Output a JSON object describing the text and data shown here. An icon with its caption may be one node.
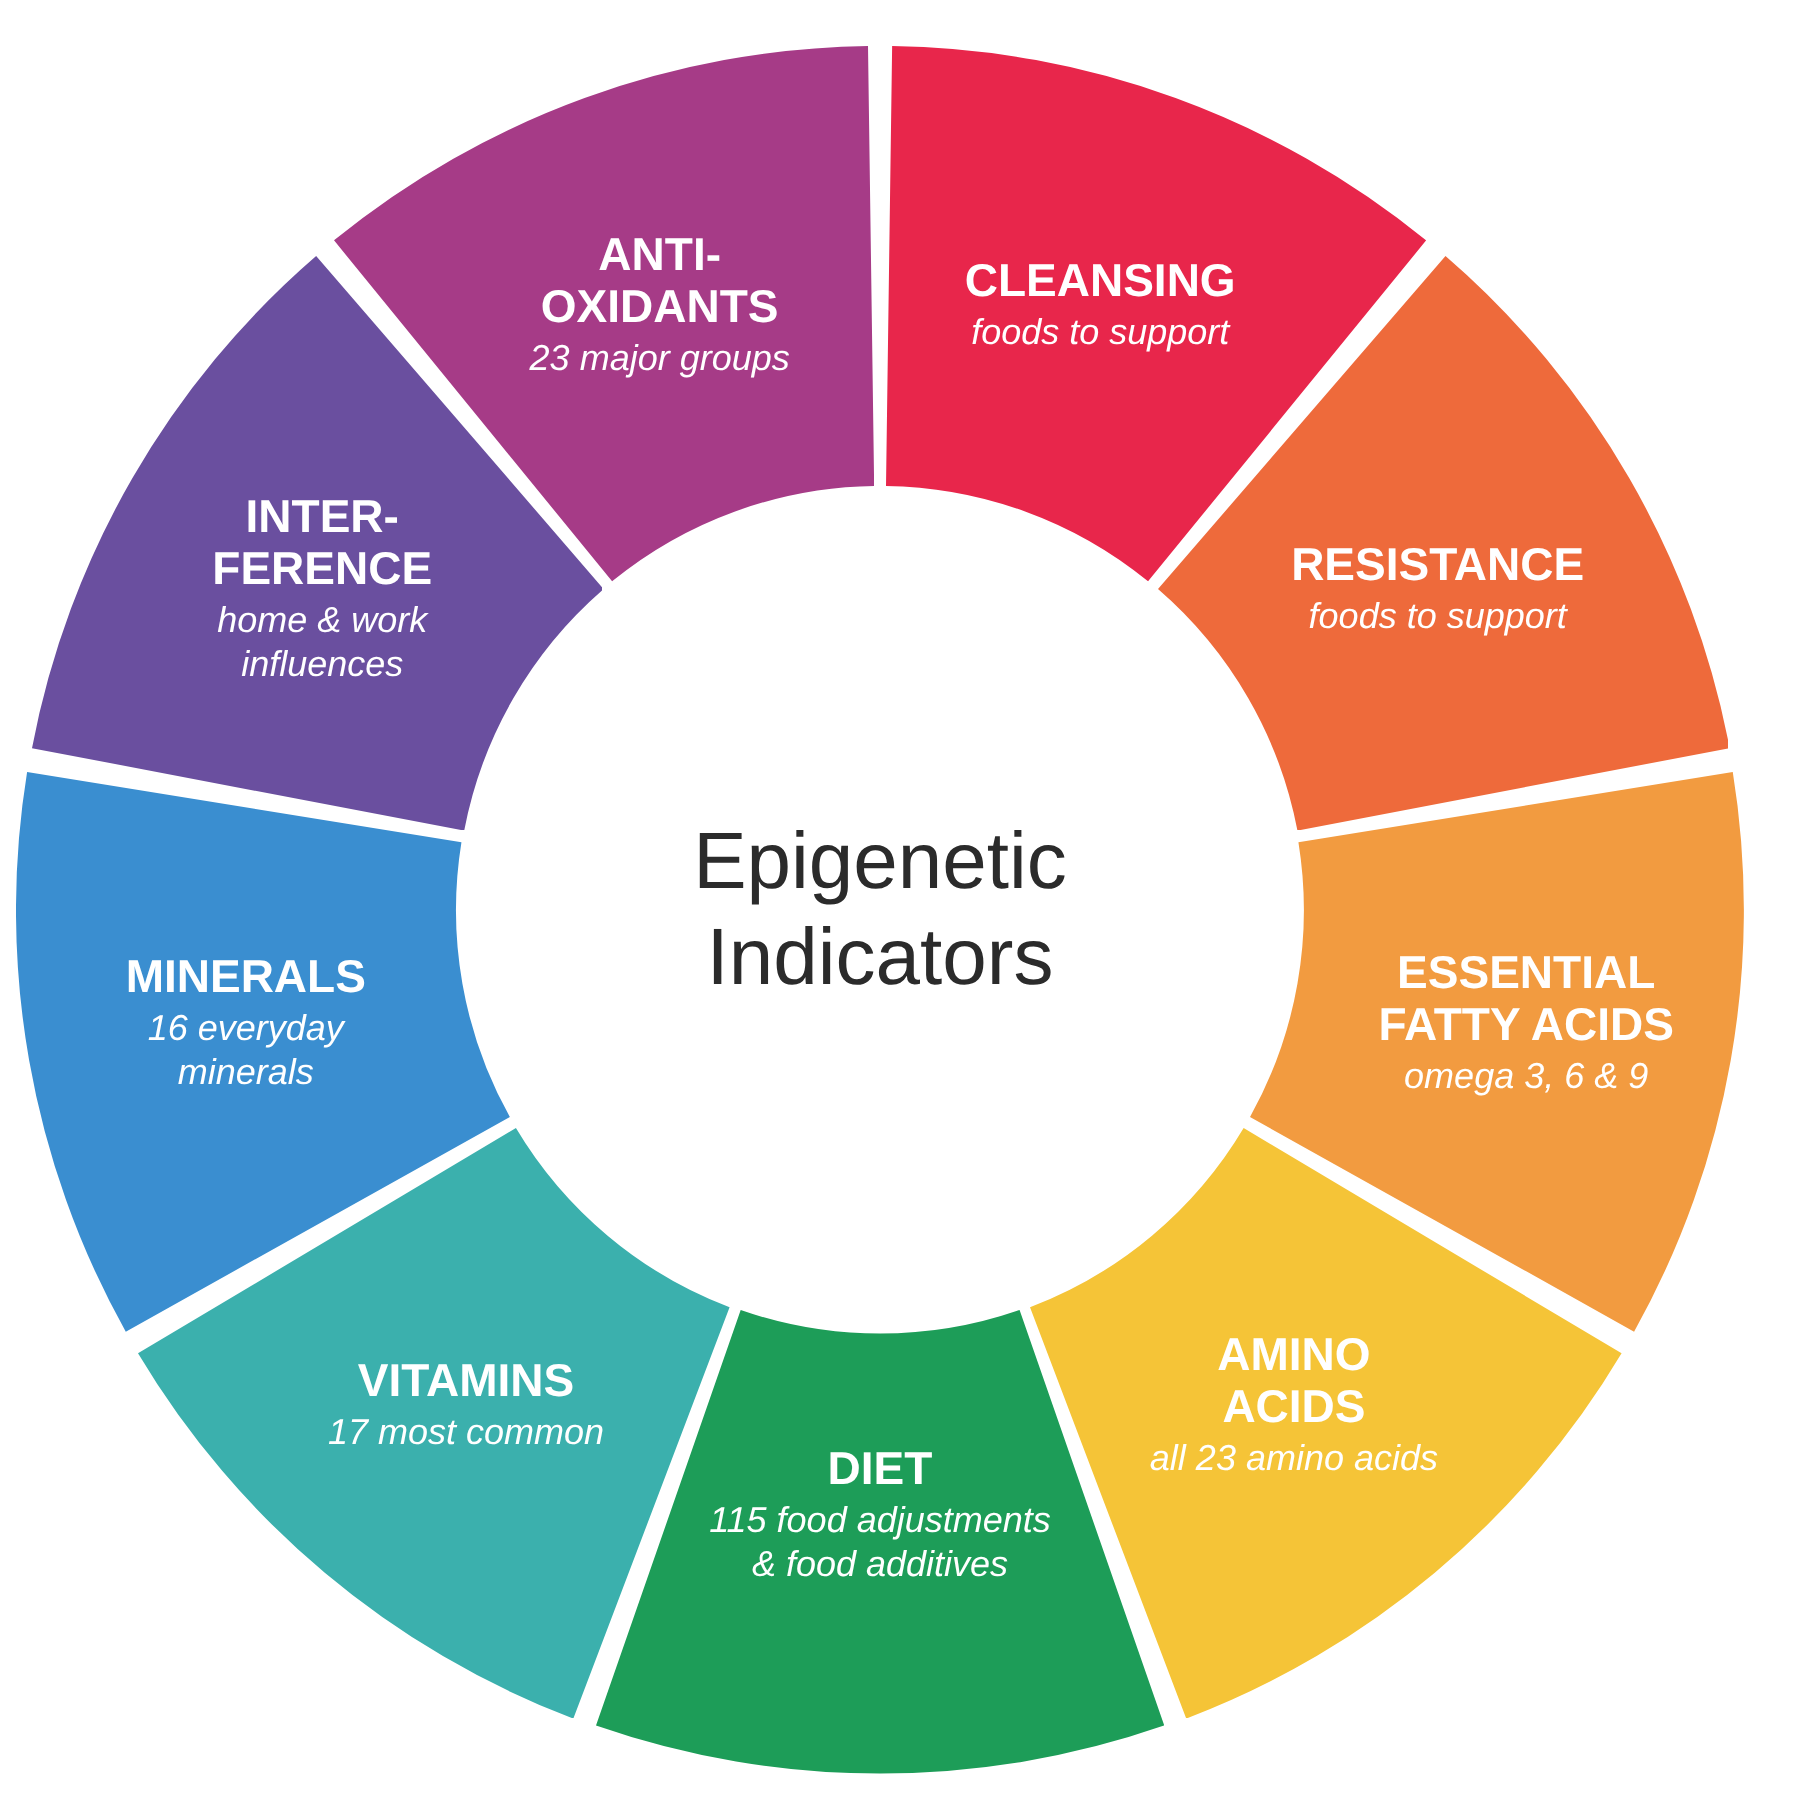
{
  "diagram": {
    "nodes": [
      {
        "text": [
          "Epigenetic Indicators"
        ]
      },
      {
        "text": [
          "CLEANSING",
          "foods to support"
        ]
      },
      {
        "text": [
          "RESISTANCE",
          "foods to support"
        ]
      },
      {
        "text": [
          "ESSENTIAL FATTY ACIDS",
          "omega 3, 6 & 9"
        ]
      },
      {
        "text": [
          "AMINO ACIDS",
          "all 23 amino acids"
        ]
      },
      {
        "text": [
          "DIET",
          "115 food adjustments & food additives"
        ]
      },
      {
        "text": [
          "VITAMINS",
          "17 most common"
        ]
      },
      {
        "text": [
          "MINERALS",
          "16 everyday minerals"
        ]
      },
      {
        "text": [
          "INTER-FERENCE",
          "home & work influences"
        ]
      },
      {
        "text": [
          "ANTI-OXIDANTS",
          "23 major groups"
        ]
      }
    ],
    "edges": []
  }
}
